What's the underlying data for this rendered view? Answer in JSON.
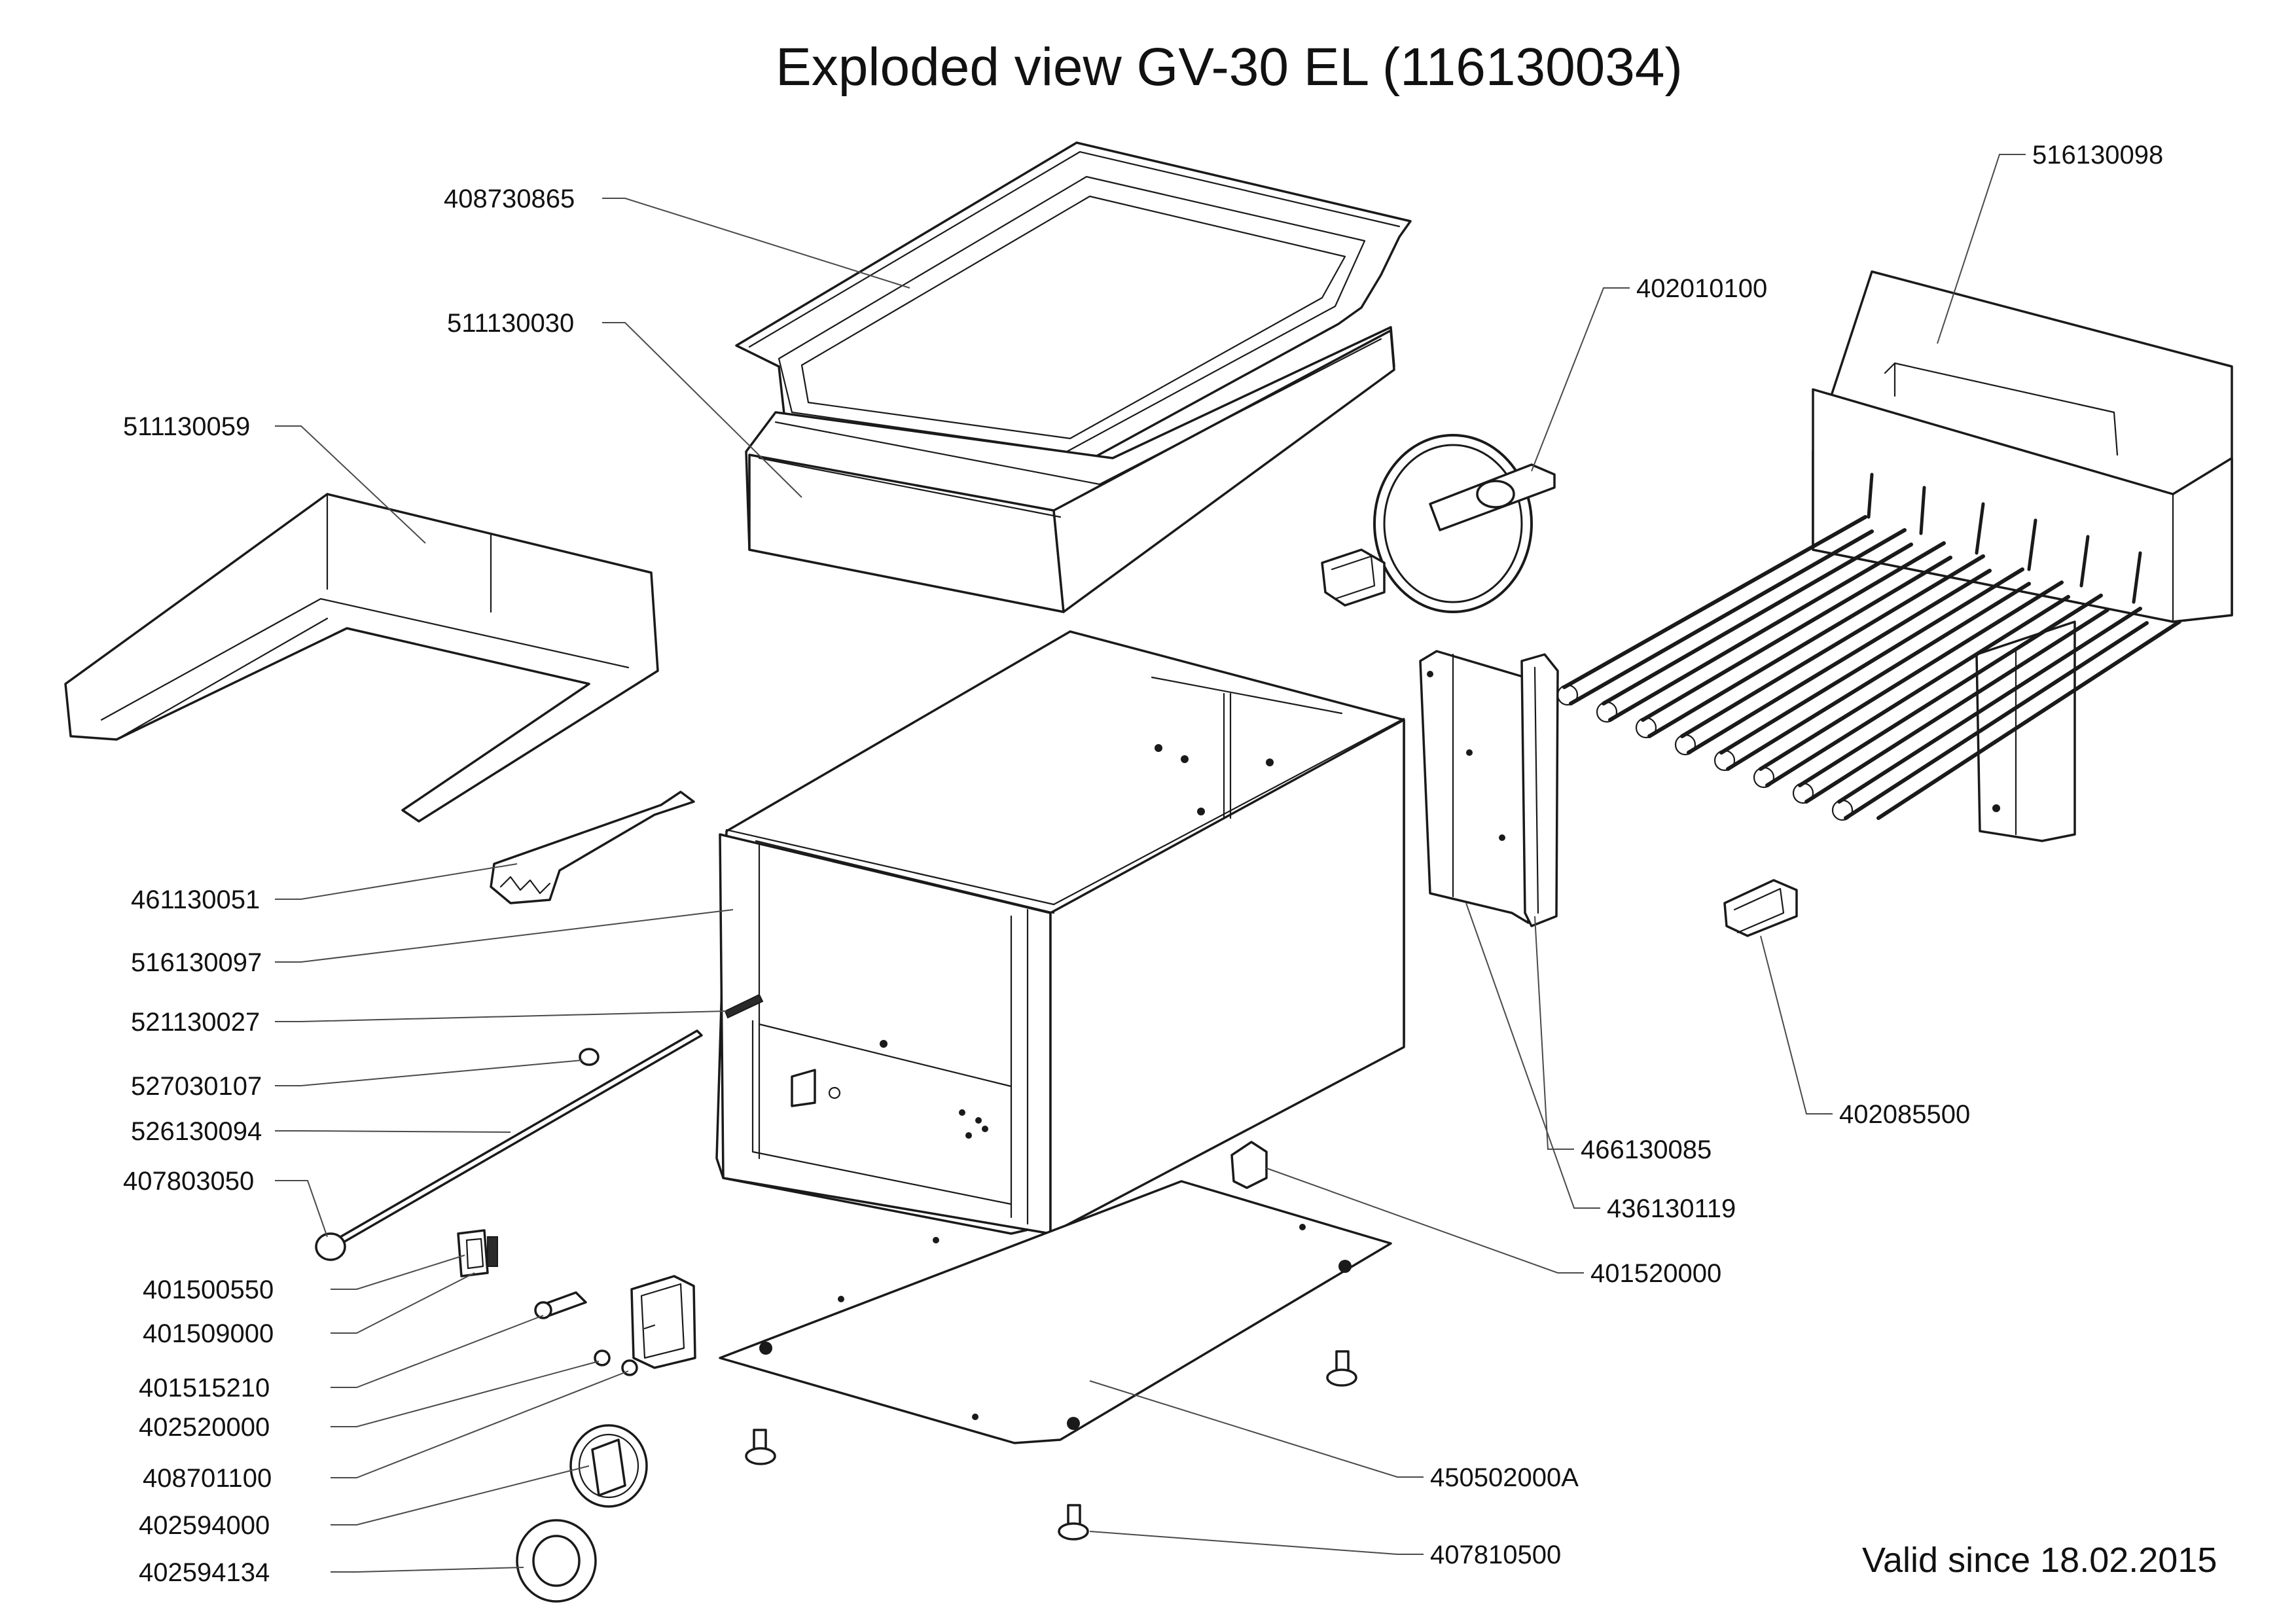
{
  "title": "Exploded view GV-30 EL (116130034)",
  "valid_since": "Valid since 18.02.2015",
  "parts": {
    "p408730865": "408730865",
    "p511130030": "511130030",
    "p511130059": "511130059",
    "p461130051": "461130051",
    "p516130097": "516130097",
    "p521130027": "521130027",
    "p527030107": "527030107",
    "p526130094": "526130094",
    "p407803050": "407803050",
    "p401500550": "401500550",
    "p401509000": "401509000",
    "p401515210": "401515210",
    "p402520000": "402520000",
    "p408701100": "408701100",
    "p402594000": "402594000",
    "p402594134": "402594134",
    "p516130098": "516130098",
    "p402010100": "402010100",
    "p402085500": "402085500",
    "p466130085": "466130085",
    "p436130119": "436130119",
    "p401520000": "401520000",
    "p450502000A": "450502000A",
    "p407810500": "407810500"
  }
}
